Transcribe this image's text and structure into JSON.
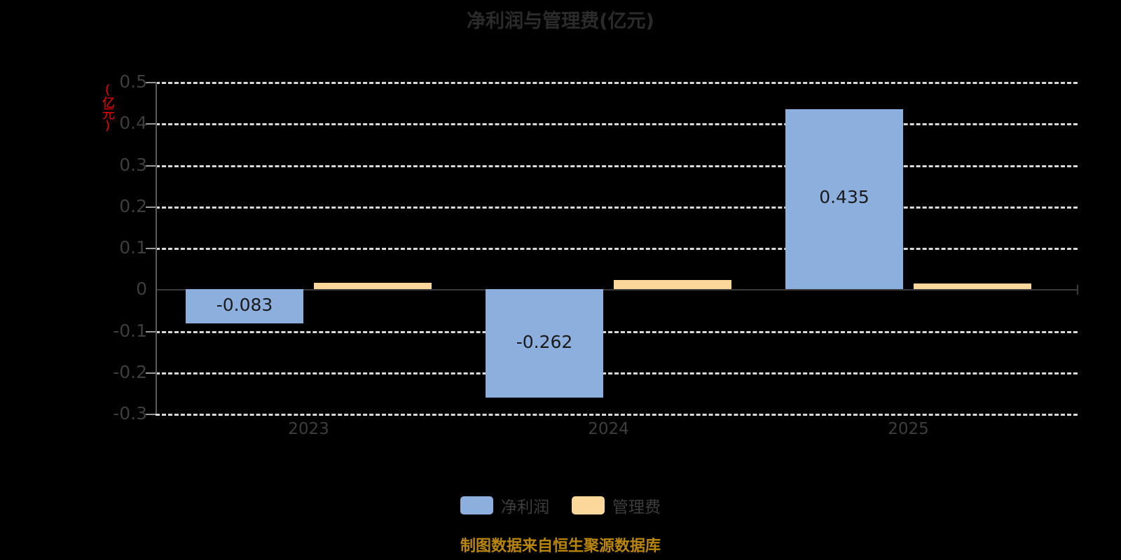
{
  "chart_data": {
    "type": "bar",
    "title": "净利润与管理费(亿元)",
    "xlabel": "",
    "ylabel": "(亿元)",
    "categories": [
      "2023",
      "2024",
      "2025"
    ],
    "series": [
      {
        "name": "净利润",
        "color": "#8cafdd",
        "values": [
          -0.083,
          -0.262,
          0.435
        ],
        "labels": [
          "-0.083",
          "-0.262",
          "0.435"
        ]
      },
      {
        "name": "管理费",
        "color": "#fcd79b",
        "values": [
          0.016,
          0.022,
          0.014
        ],
        "labels": [
          "",
          "",
          ""
        ]
      }
    ],
    "ylim": [
      -0.3,
      0.5
    ],
    "yticks": [
      "0.5",
      "0.4",
      "0.3",
      "0.2",
      "0.1",
      "0",
      "-0.1",
      "-0.2",
      "-0.3"
    ],
    "ytick_values": [
      0.5,
      0.4,
      0.3,
      0.2,
      0.1,
      0,
      -0.1,
      -0.2,
      -0.3
    ],
    "grid": true,
    "grid_style": "dashed",
    "grid_color": "#d9d9d9",
    "zero_line_color": "#3a3a3a",
    "legend_position": "bottom",
    "background": "#000000",
    "title_color": "#2b2b2b",
    "ylabel_color": "#ff0000",
    "tick_label_color": "#3d3d3d"
  },
  "footer": {
    "note": "制图数据来自恒生聚源数据库",
    "color": "#b8860b"
  }
}
